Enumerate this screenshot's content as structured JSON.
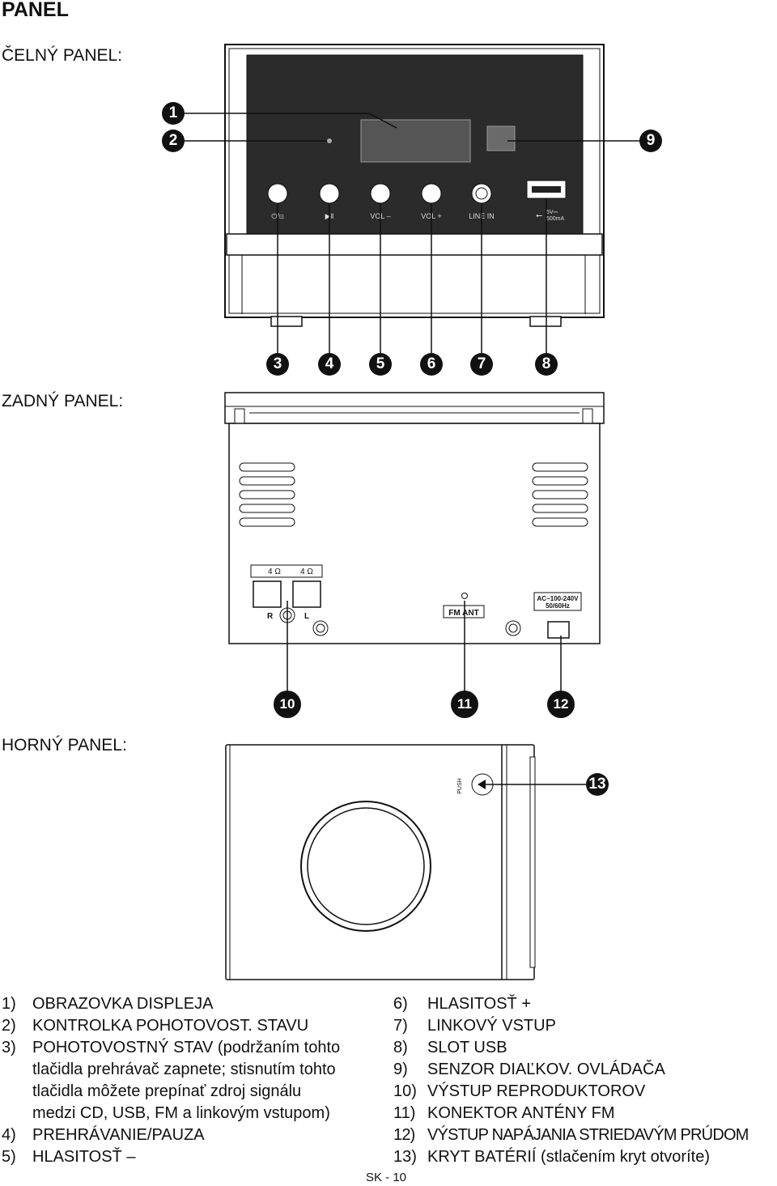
{
  "page_title": "PANEL",
  "sections": {
    "front": "ČELNÝ PANEL:",
    "rear": "ZADNÝ PANEL:",
    "top": "HORNÝ PANEL:"
  },
  "front_panel": {
    "buttons": [
      "⏻/⊡",
      "▶‖",
      "VOL –",
      "VOL +",
      "LINE IN"
    ],
    "usb_rating_line1": "5V⎓",
    "usb_rating_line2": "500mA"
  },
  "rear_panel": {
    "speaker_r_impedance": "4 Ω",
    "speaker_l_impedance": "4 Ω",
    "speaker_r": "R",
    "speaker_l": "L",
    "fm_ant": "FM ANT",
    "power_line1": "AC~100-240V",
    "power_line2": "50/60Hz"
  },
  "top_panel": {
    "push_label": "PUSH"
  },
  "callouts": [
    "1",
    "2",
    "3",
    "4",
    "5",
    "6",
    "7",
    "8",
    "9",
    "10",
    "11",
    "12",
    "13"
  ],
  "legend_left": [
    {
      "num": "1)",
      "text": "OBRAZOVKA DISPLEJA"
    },
    {
      "num": "2)",
      "text": "KONTROLKA POHOTOVOST. STAVU"
    },
    {
      "num": "3)",
      "text": "POHOTOVOSTNÝ STAV (podržaním tohto"
    },
    {
      "num": "",
      "text": "tlačidla prehrávač zapnete; stisnutím tohto"
    },
    {
      "num": "",
      "text": "tlačidla môžete prepínať zdroj signálu"
    },
    {
      "num": "",
      "text": "medzi CD, USB, FM a linkovým vstupom)"
    },
    {
      "num": "4)",
      "text": "PREHRÁVANIE/PAUZA"
    },
    {
      "num": "5)",
      "text": "HLASITOSŤ –"
    }
  ],
  "legend_right": [
    {
      "num": "6)",
      "text": "HLASITOSŤ +"
    },
    {
      "num": "7)",
      "text": "LINKOVÝ VSTUP"
    },
    {
      "num": "8)",
      "text": "SLOT USB"
    },
    {
      "num": "9)",
      "text": "SENZOR DIAĽKOV. OVLÁDAČA"
    },
    {
      "num": "10)",
      "text": "VÝSTUP REPRODUKTOROV"
    },
    {
      "num": "11)",
      "text": "KONEKTOR ANTÉNY FM"
    },
    {
      "num": "12)",
      "text": "VÝSTUP NAPÁJANIA STRIEDAVÝM PRÚDOM"
    },
    {
      "num": "13)",
      "text": "KRYT BATÉRIÍ (stlačením kryt otvoríte)"
    }
  ],
  "footer": "SK - 10"
}
